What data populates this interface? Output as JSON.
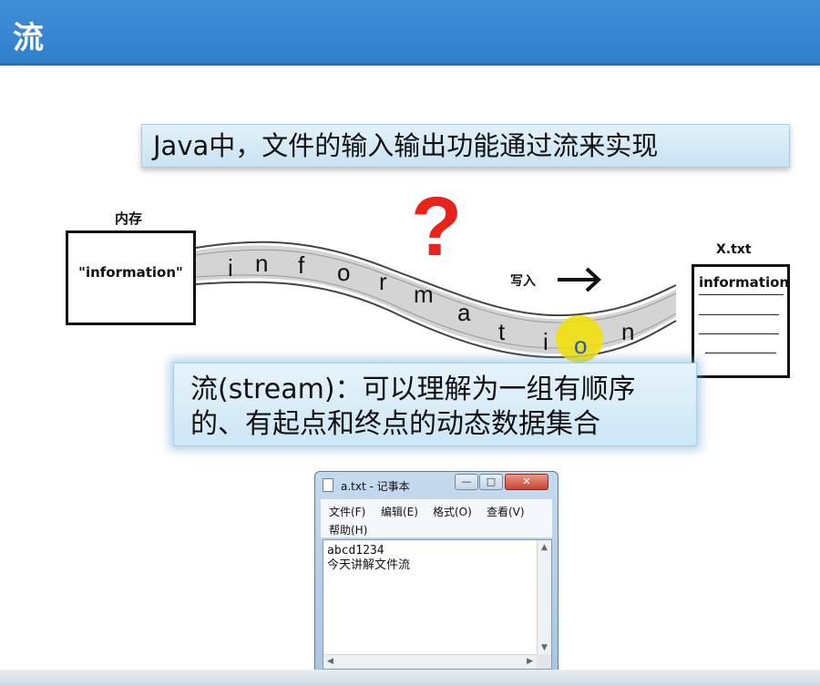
{
  "header": {
    "title": "流"
  },
  "intro": {
    "text": "Java中，文件的输入输出功能通过流来实现"
  },
  "memory": {
    "label": "内存",
    "content": "\"information\""
  },
  "file": {
    "label": "X.txt",
    "content": "information"
  },
  "stream": {
    "letters": [
      "i",
      "n",
      "f",
      "o",
      "r",
      "m",
      "a",
      "t",
      "i",
      "o",
      "n"
    ],
    "write_label": "写入",
    "question_mark": "?"
  },
  "definition": {
    "line1": "流(stream)：可以理解为一组有顺序",
    "line2": "的、有起点和终点的动态数据集合"
  },
  "notepad": {
    "title": "a.txt - 记事本",
    "buttons": {
      "minimize": "—",
      "maximize": "□",
      "close": "✕"
    },
    "menu": [
      "文件(F)",
      "编辑(E)",
      "格式(O)",
      "查看(V)",
      "帮助(H)"
    ],
    "lines": [
      "abcd1234",
      "今天讲解文件流"
    ]
  },
  "colors": {
    "header": "#2f7fcc",
    "highlight": "#f2e000",
    "question": "#e8231c",
    "stream_band": "#d2d2d2"
  }
}
